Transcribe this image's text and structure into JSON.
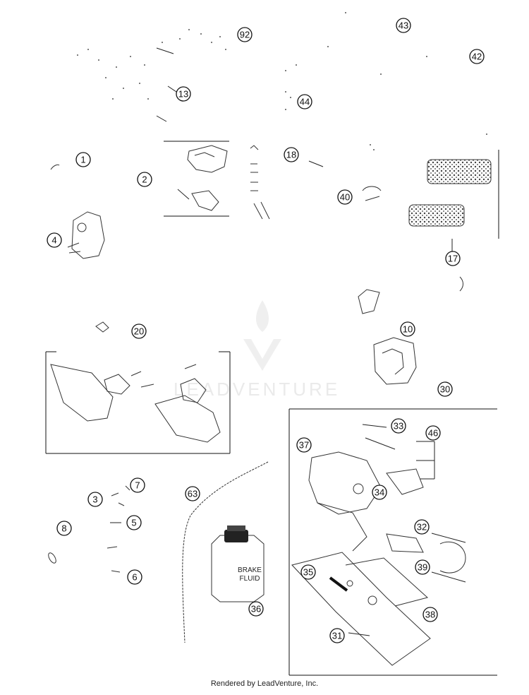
{
  "callouts": [
    {
      "id": "c92",
      "label": "92"
    },
    {
      "id": "c43",
      "label": "43"
    },
    {
      "id": "c42",
      "label": "42"
    },
    {
      "id": "c13",
      "label": "13"
    },
    {
      "id": "c44",
      "label": "44"
    },
    {
      "id": "c1",
      "label": "1"
    },
    {
      "id": "c2",
      "label": "2"
    },
    {
      "id": "c18",
      "label": "18"
    },
    {
      "id": "c40",
      "label": "40"
    },
    {
      "id": "c4",
      "label": "4"
    },
    {
      "id": "c17",
      "label": "17"
    },
    {
      "id": "c20",
      "label": "20"
    },
    {
      "id": "c10",
      "label": "10"
    },
    {
      "id": "c30",
      "label": "30"
    },
    {
      "id": "c33",
      "label": "33"
    },
    {
      "id": "c46",
      "label": "46"
    },
    {
      "id": "c37",
      "label": "37"
    },
    {
      "id": "c7",
      "label": "7"
    },
    {
      "id": "c63",
      "label": "63"
    },
    {
      "id": "c3",
      "label": "3"
    },
    {
      "id": "c34",
      "label": "34"
    },
    {
      "id": "c5",
      "label": "5"
    },
    {
      "id": "c8",
      "label": "8"
    },
    {
      "id": "c32",
      "label": "32"
    },
    {
      "id": "c39",
      "label": "39"
    },
    {
      "id": "c35",
      "label": "35"
    },
    {
      "id": "c6",
      "label": "6"
    },
    {
      "id": "c38",
      "label": "38"
    },
    {
      "id": "c36",
      "label": "36"
    },
    {
      "id": "c31",
      "label": "31"
    }
  ],
  "bottle": {
    "line1": "BRAKE",
    "line2": "FLUID"
  },
  "watermark": "LEADVENTURE",
  "footer": "Rendered by LeadVenture, Inc."
}
